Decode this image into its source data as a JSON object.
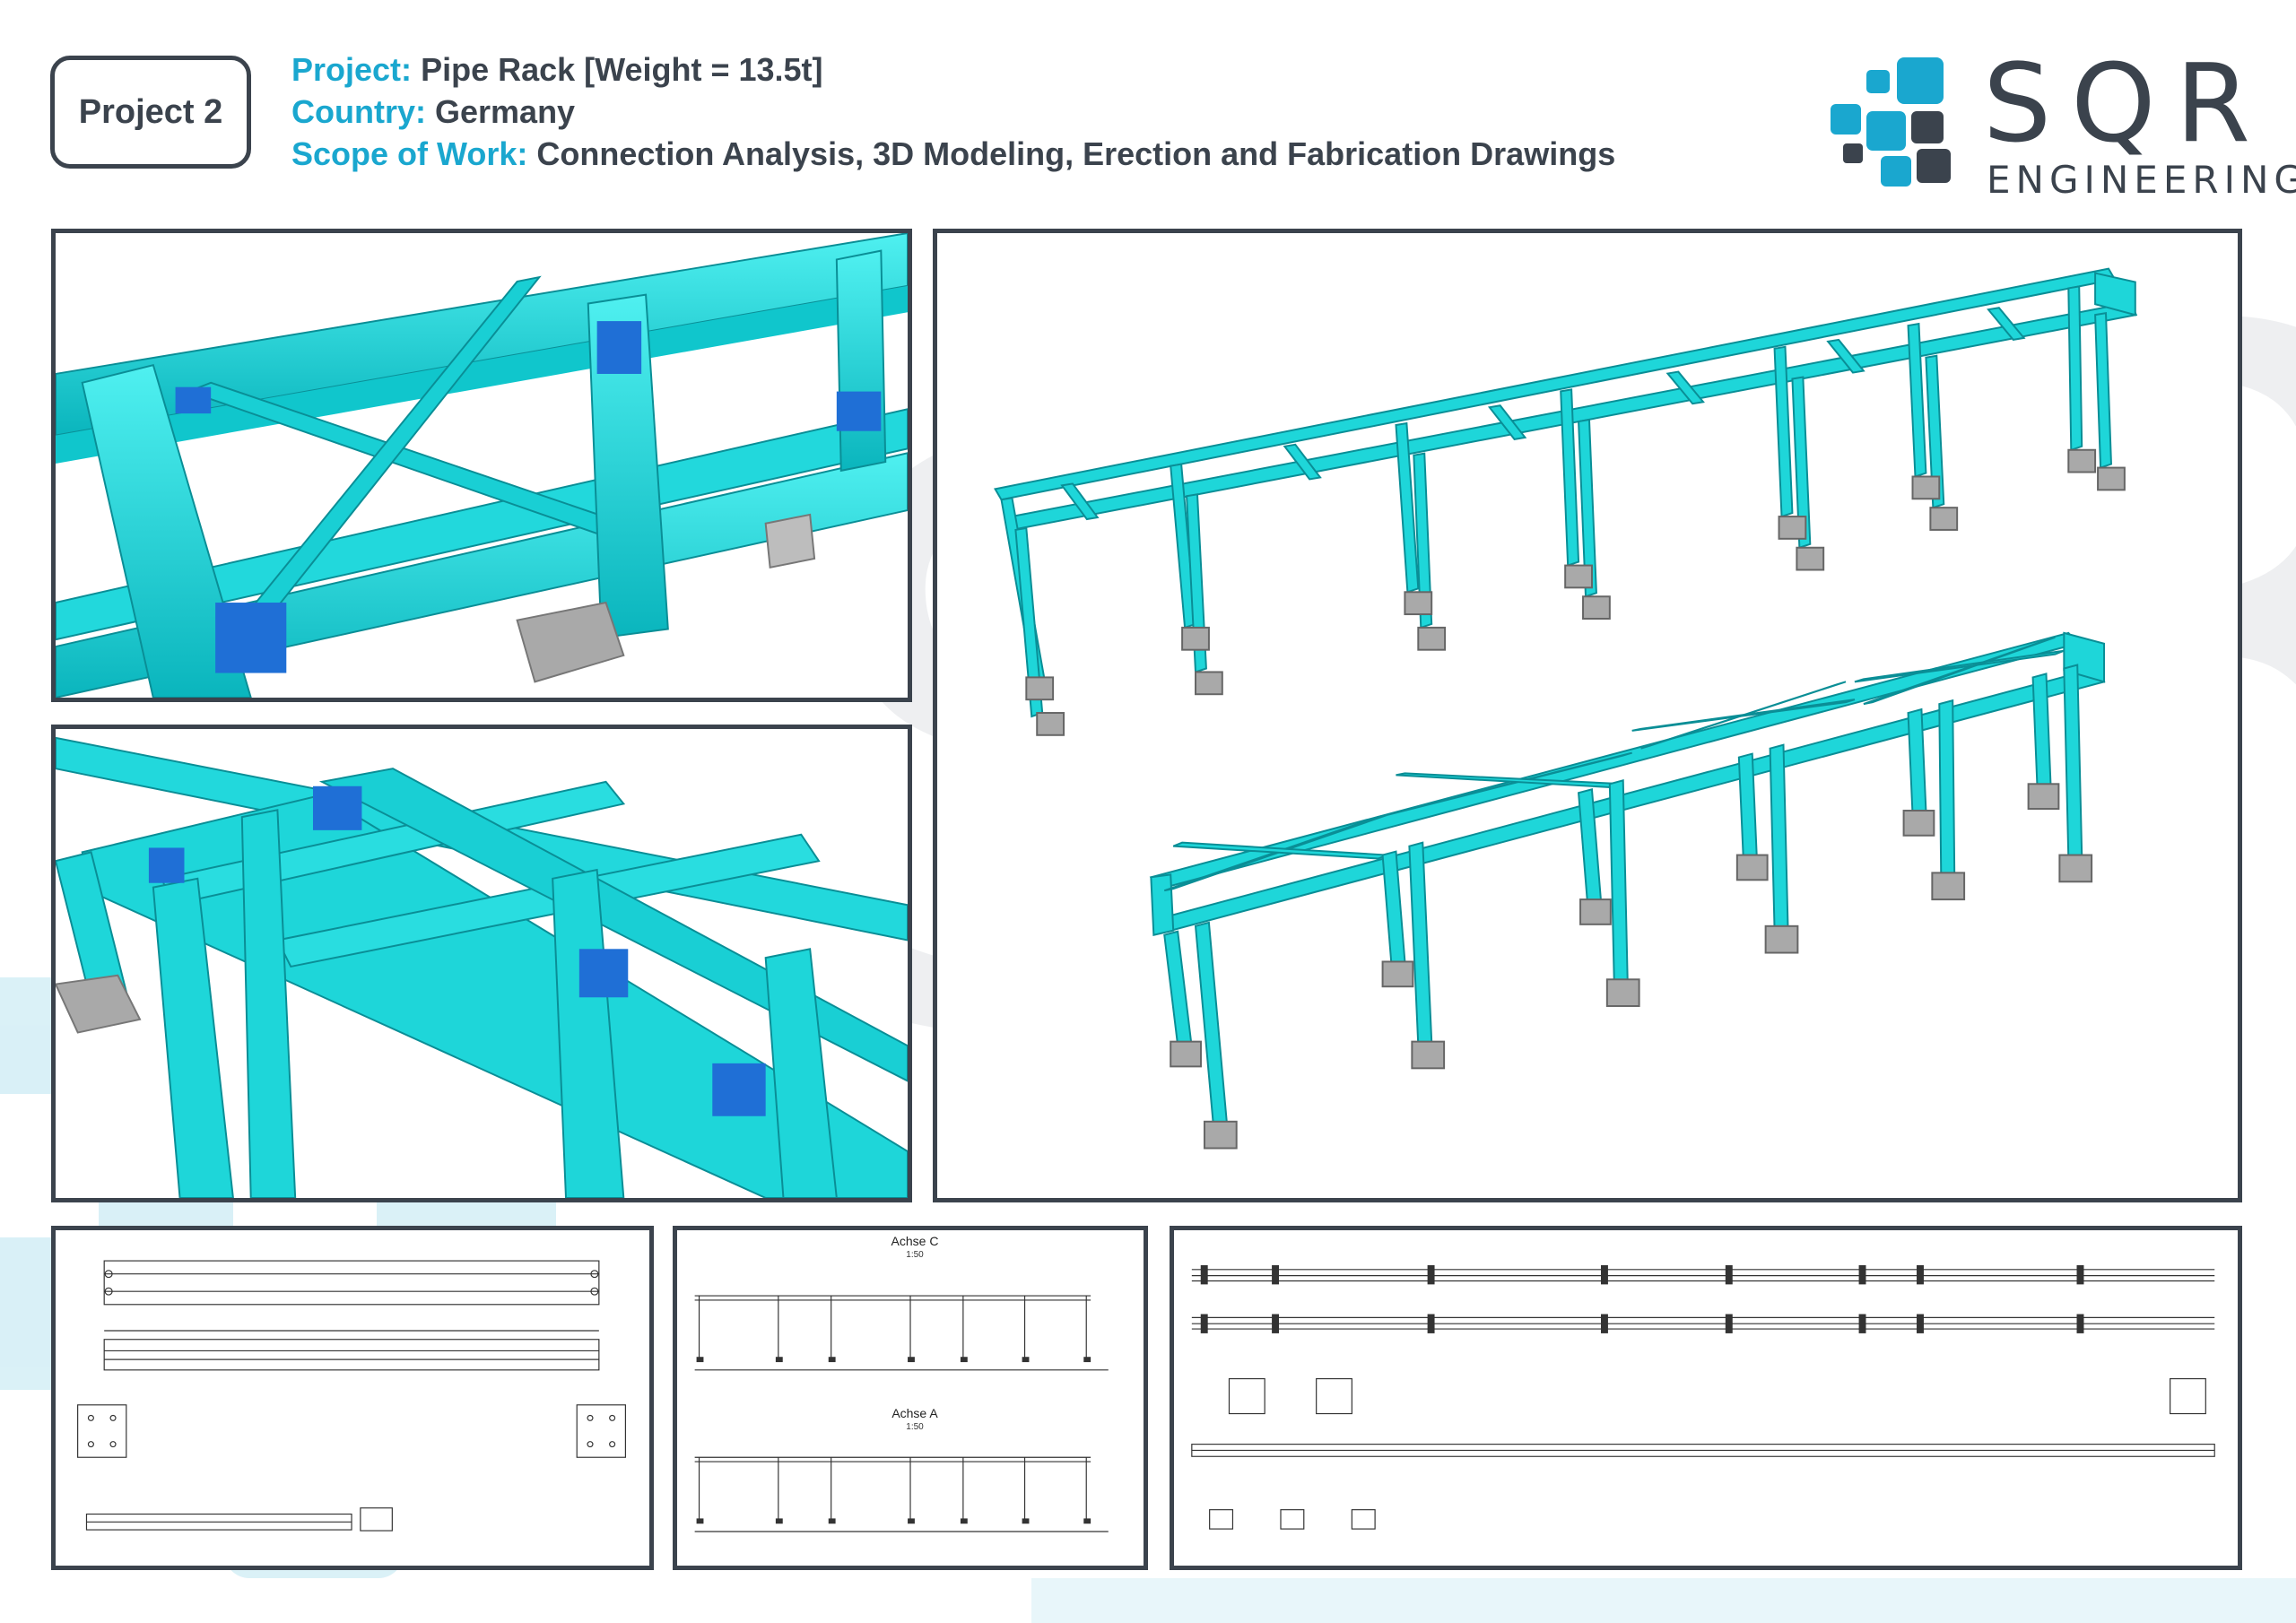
{
  "project_badge": "Project 2",
  "info": {
    "project_key": "Project:",
    "project_value": "Pipe Rack [Weight = 13.5t]",
    "country_key": "Country:",
    "country_value": "Germany",
    "scope_key": "Scope of Work:",
    "scope_value": "Connection Analysis, 3D Modeling, Erection and Fabrication Drawings"
  },
  "logo": {
    "name": "SQR",
    "sub": "ENGINEERING",
    "icon": "squares-cluster-icon"
  },
  "drawings": {
    "elevation_c_title": "Achse C",
    "elevation_c_scale": "1:50",
    "elevation_a_title": "Achse A",
    "elevation_a_scale": "1:50"
  },
  "colors": {
    "accent": "#1aa7cf",
    "text": "#3b434d",
    "steel": "#1ed6d9",
    "steel_dark": "#0b9fa8",
    "plate": "#1f6fd6",
    "footing": "#a9a9a9"
  }
}
